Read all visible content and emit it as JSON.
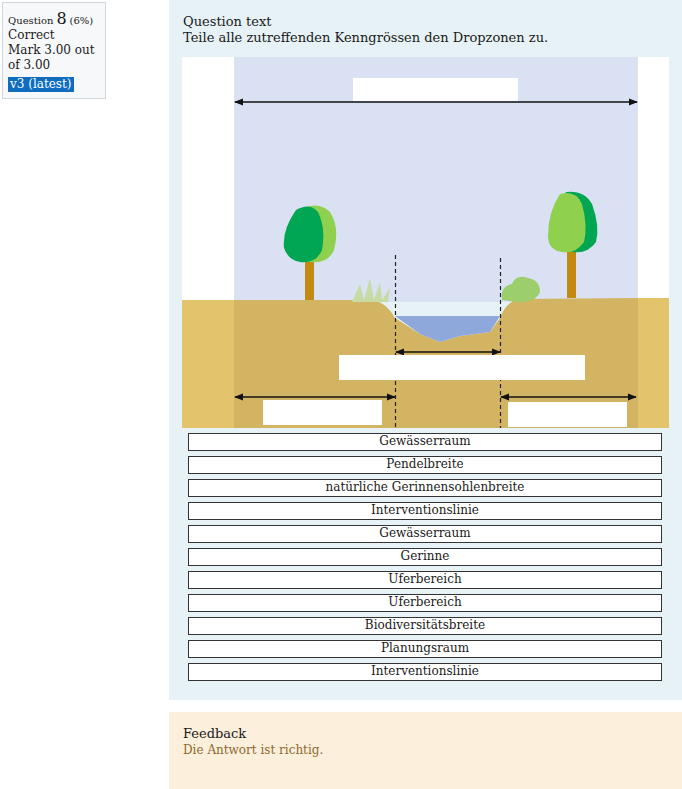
{
  "diagram": {
    "nodes": [
      {
        "text": [
          "Question",
          "8",
          "(6%)",
          "Correct",
          "Mark 3.00 out of 3.00",
          "v3 (latest)"
        ]
      },
      {
        "text": [
          "Question text",
          "Teile alle zutreffenden Kenngrössen den Dropzonen zu."
        ]
      },
      {
        "text": [
          "Gewässerraum"
        ],
        "in": 1
      },
      {
        "text": [
          "Pendelbreite"
        ],
        "in": 1
      },
      {
        "text": [
          "natürliche Gerinnensohlenbreite"
        ],
        "in": 1
      },
      {
        "text": [
          "Interventionslinie"
        ],
        "in": 1
      },
      {
        "text": [
          "Gewässerraum"
        ],
        "in": 1
      },
      {
        "text": [
          "Gerinne"
        ],
        "in": 1
      },
      {
        "text": [
          "Uferbereich"
        ],
        "in": 1
      },
      {
        "text": [
          "Uferbereich"
        ],
        "in": 1
      },
      {
        "text": [
          "Biodiversitätsbreite"
        ],
        "in": 1
      },
      {
        "text": [
          "Planungsraum"
        ],
        "in": 1
      },
      {
        "text": [
          "Interventionslinie"
        ],
        "in": 1
      },
      {
        "text": [
          "Feedback",
          "Die Antwort ist richtig."
        ]
      }
    ]
  }
}
